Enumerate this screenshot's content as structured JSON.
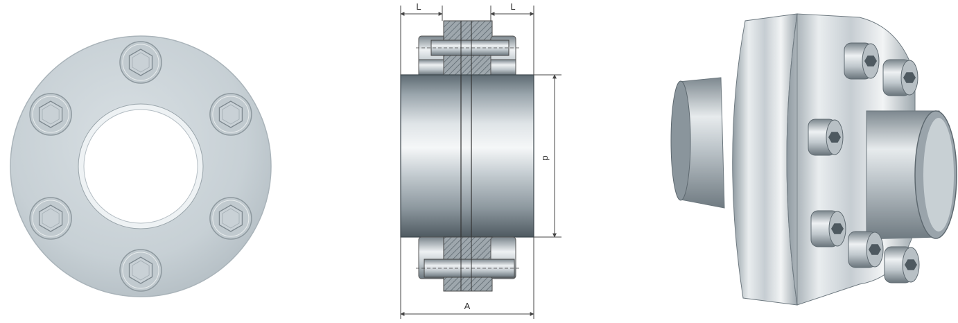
{
  "views": {
    "front": {
      "bolt_count": 6
    },
    "section": {
      "dim_left_label": "L",
      "dim_right_label": "L",
      "dim_diameter_label": "d",
      "dim_length_label": "A"
    },
    "iso": {
      "bolt_count": 6
    }
  },
  "colors": {
    "steel_light": "#e4e8ea",
    "steel_mid": "#b9c1c6",
    "steel_dark": "#6e7a82",
    "flange_face": "#cdd5d9",
    "dim_line": "#444444"
  }
}
